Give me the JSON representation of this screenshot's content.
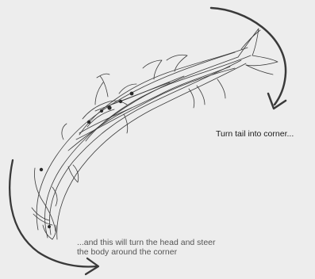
{
  "captions": {
    "tail": "Turn tail into corner...",
    "head_line1": "...and this will turn the head and steer",
    "head_line2": "the body around the corner"
  },
  "colors": {
    "background": "#ededed",
    "sketch_stroke": "#3a3a3a",
    "arrow": "#4a4a4a"
  }
}
